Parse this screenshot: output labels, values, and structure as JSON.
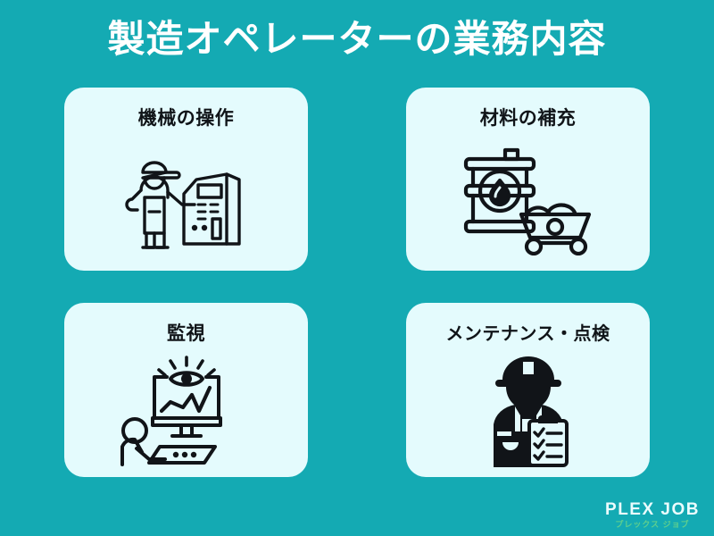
{
  "header": {
    "title": "製造オペレーターの業務内容"
  },
  "theme": {
    "background_color": "#14aab3",
    "card_color": "#e4fbfd",
    "title_color": "#ffffff",
    "label_color": "#101418",
    "icon_color": "#111418",
    "logo_color": "#eafcfd",
    "logo_sub_color": "#5fcf8d"
  },
  "cards": [
    {
      "label": "機械の操作",
      "icon": "operator-at-control-panel-icon"
    },
    {
      "label": "材料の補充",
      "icon": "oil-drum-and-material-cart-icon"
    },
    {
      "label": "監視",
      "icon": "monitor-with-eye-and-chart-icon"
    },
    {
      "label": "メンテナンス・点検",
      "icon": "worker-with-checklist-clipboard-icon"
    }
  ],
  "logo": {
    "main": "PLEX JOB",
    "sub": "プレックス ジョブ"
  }
}
